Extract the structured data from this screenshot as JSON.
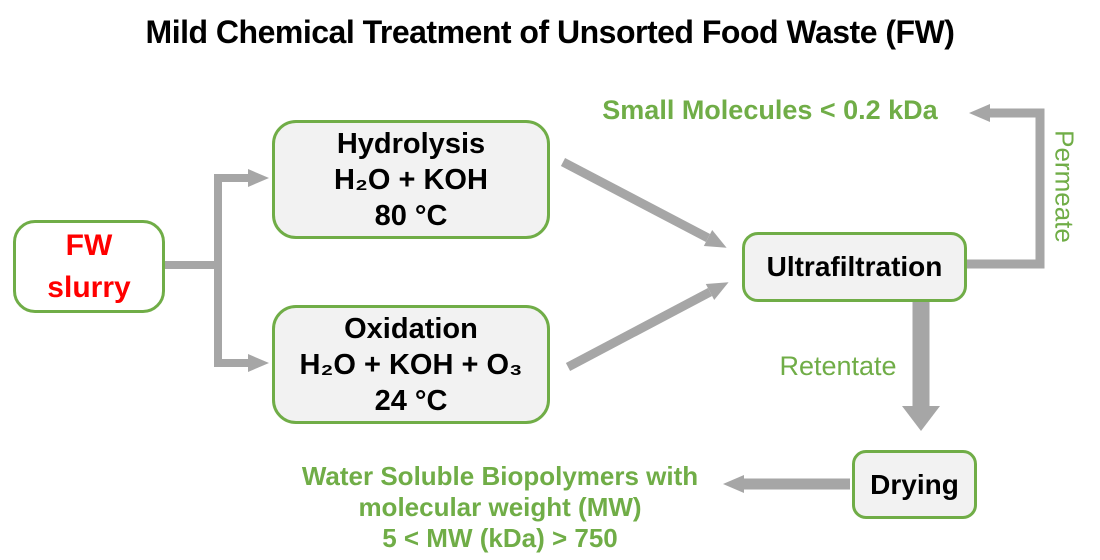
{
  "title": "Mild Chemical Treatment of Unsorted Food Waste (FW)",
  "colors": {
    "accent_green": "#70AD47",
    "arrow_gray": "#A6A6A6",
    "fw_text_red": "#FF0000",
    "box_fill_gray": "#F2F2F2",
    "title_black": "#000000"
  },
  "nodes": {
    "fw_slurry": {
      "lines": [
        "FW",
        "slurry"
      ]
    },
    "hydrolysis": {
      "lines": [
        "Hydrolysis",
        "H₂O + KOH",
        "80 °C"
      ]
    },
    "oxidation": {
      "lines": [
        "Oxidation",
        "H₂O + KOH + O₃",
        "24 °C"
      ]
    },
    "ultrafiltration": {
      "label": "Ultrafiltration"
    },
    "drying": {
      "label": "Drying"
    }
  },
  "stream_labels": {
    "small_molecules": "Small Molecules < 0.2 kDa",
    "permeate": "Permeate",
    "retentate": "Retentate",
    "biopolymers": {
      "lines": [
        "Water Soluble Biopolymers with",
        "molecular weight (MW)",
        "5 < MW (kDa) > 750"
      ]
    }
  }
}
